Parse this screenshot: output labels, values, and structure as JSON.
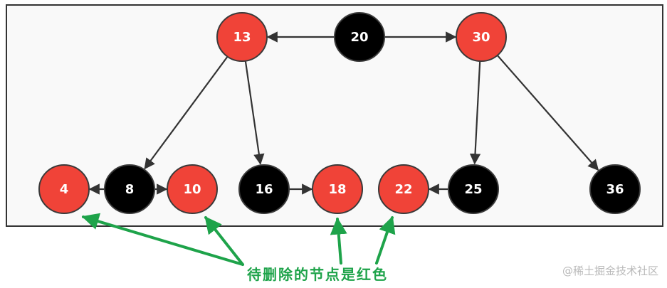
{
  "colors": {
    "red": "#f04338",
    "black": "#000000",
    "node_stroke": "#3a3a3a",
    "edge": "#333333",
    "annotation": "#1ea34a",
    "frame_fill": "#f9f9f9",
    "frame_stroke": "#333333"
  },
  "nodes": [
    {
      "id": "n13",
      "label": "13",
      "color": "red"
    },
    {
      "id": "n20",
      "label": "20",
      "color": "black"
    },
    {
      "id": "n30",
      "label": "30",
      "color": "red"
    },
    {
      "id": "n4",
      "label": "4",
      "color": "red"
    },
    {
      "id": "n8",
      "label": "8",
      "color": "black"
    },
    {
      "id": "n10",
      "label": "10",
      "color": "red"
    },
    {
      "id": "n16",
      "label": "16",
      "color": "black"
    },
    {
      "id": "n18",
      "label": "18",
      "color": "red"
    },
    {
      "id": "n22",
      "label": "22",
      "color": "red"
    },
    {
      "id": "n25",
      "label": "25",
      "color": "black"
    },
    {
      "id": "n36",
      "label": "36",
      "color": "black"
    }
  ],
  "edges": [
    {
      "from": "n20",
      "to": "n13"
    },
    {
      "from": "n20",
      "to": "n30"
    },
    {
      "from": "n13",
      "to": "n8"
    },
    {
      "from": "n13",
      "to": "n16"
    },
    {
      "from": "n30",
      "to": "n25"
    },
    {
      "from": "n30",
      "to": "n36"
    },
    {
      "from": "n8",
      "to": "n4"
    },
    {
      "from": "n8",
      "to": "n10"
    },
    {
      "from": "n16",
      "to": "n18"
    },
    {
      "from": "n25",
      "to": "n22"
    }
  ],
  "annotation": {
    "text": "待删除的节点是红色",
    "targets": [
      "n4",
      "n10",
      "n18",
      "n22"
    ]
  },
  "watermark": "@稀土掘金技术社区"
}
